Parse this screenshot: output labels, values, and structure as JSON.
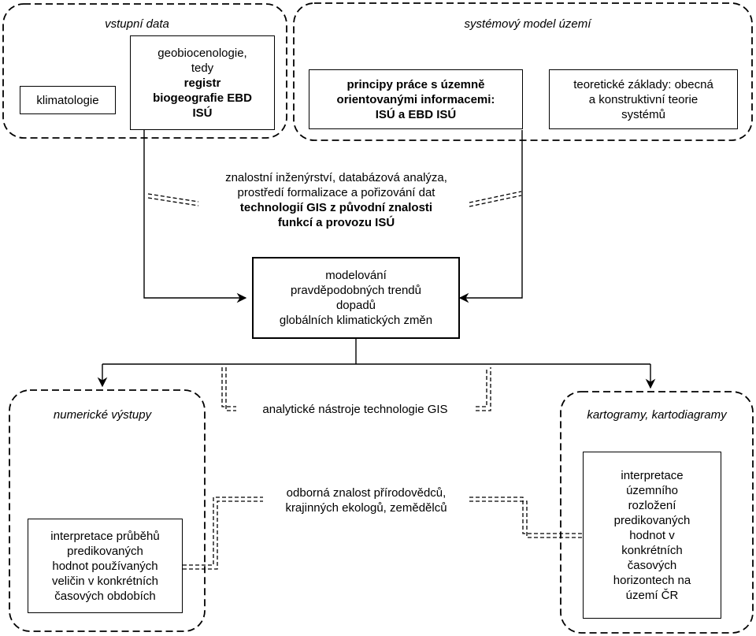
{
  "groups": {
    "input": {
      "title": "vstupní data"
    },
    "system": {
      "title": "systémový model území"
    },
    "numeric": {
      "title": "numerické výstupy"
    },
    "maps": {
      "title": "kartogramy, kartodiagramy"
    }
  },
  "boxes": {
    "climatology": "klimatologie",
    "geobio": {
      "line1": "geobiocenologie,",
      "line2": "tedy",
      "line3": "registr",
      "line4": "biogeografie EBD",
      "line5": "ISÚ"
    },
    "principles": {
      "line1": "principy práce s územně",
      "line2": "orientovanými informacemi:",
      "line3": "ISÚ a EBD ISÚ"
    },
    "theory": {
      "line1": "teoretické základy: obecná",
      "line2": "a konstruktivní teorie",
      "line3": "systémů"
    },
    "modeling": {
      "line1": "modelování",
      "line2": "pravděpodobných trendů",
      "line3": "dopadů",
      "line4": "globálních klimatických změn"
    },
    "interp_left": {
      "line1": "interpretace průběhů",
      "line2": "predikovaných",
      "line3": "hodnot používaných",
      "line4": "veličin v konkrétních",
      "line5": "časových obdobích"
    },
    "interp_right": {
      "line1": "interpretace",
      "line2": "územního",
      "line3": "rozložení",
      "line4": "predikovaných",
      "line5": "hodnot v",
      "line6": "konkrétních",
      "line7": "časových",
      "line8": "horizontech na",
      "line9": "území ČR"
    }
  },
  "labels": {
    "knowledge": {
      "line1": "znalostní inženýrství, databázová analýza,",
      "line2": "prostředí formalizace a pořizování dat",
      "line3": "technologií GIS z původní znalosti",
      "line4": "funkcí  a provozu ISÚ"
    },
    "tools": "analytické nástroje technologie GIS",
    "expert": {
      "line1": "odborná znalost přírodovědců,",
      "line2": "krajinných ekologů, zemědělců"
    }
  }
}
